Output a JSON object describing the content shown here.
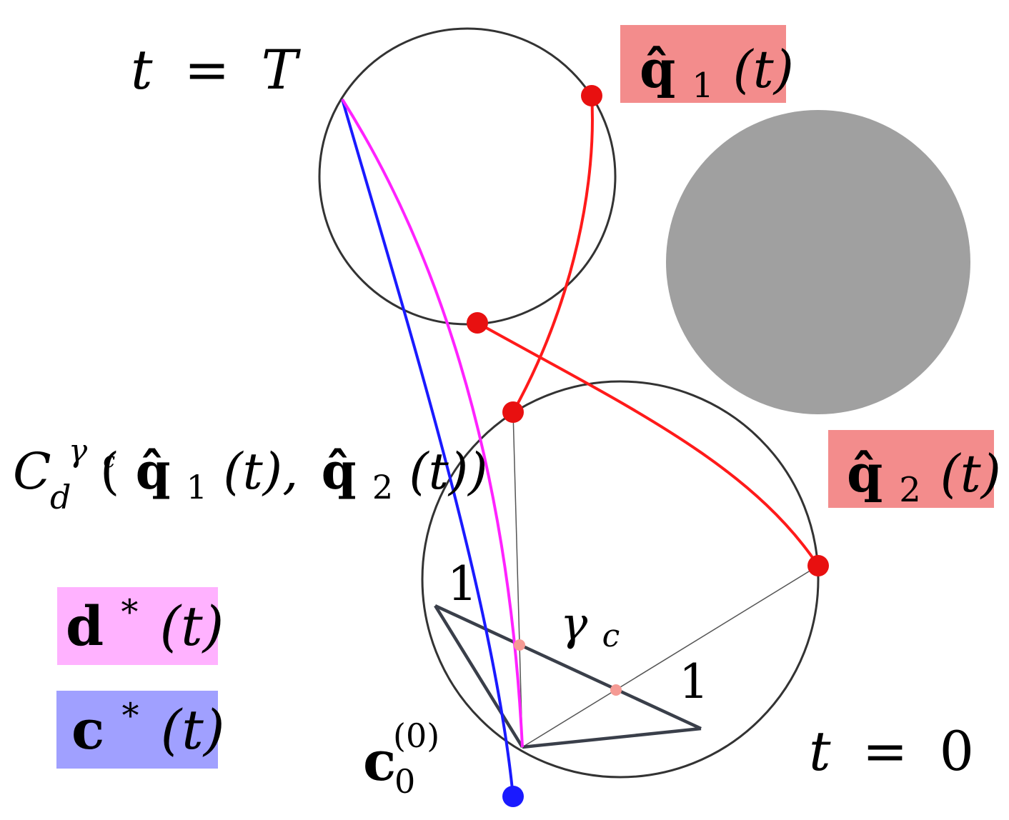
{
  "labels": {
    "t_T": {
      "t": "t",
      "eq": "=",
      "val": "T"
    },
    "t_0": {
      "t": "t",
      "eq": "=",
      "val": "0"
    },
    "q1": {
      "q": "q̂",
      "sub": "1",
      "arg": "(t)"
    },
    "q2": {
      "q": "q̂",
      "sub": "2",
      "arg": "(t)"
    },
    "cd": {
      "C": "C",
      "sup": "γ",
      "supsub": "c",
      "sub": "d",
      "open": "(",
      "q1": "q̂",
      "q1sub": "1",
      "q1arg": "(t),",
      "q2": "q̂",
      "q2sub": "2",
      "q2arg": "(t))"
    },
    "dstar": {
      "d": "d",
      "sup": "*",
      "arg": "(t)"
    },
    "cstar": {
      "c": "c",
      "sup": "*",
      "arg": "(t)"
    },
    "c0": {
      "c": "c",
      "sup": "(0)",
      "sub": "0"
    },
    "gamma": {
      "g": "γ",
      "sub": "c"
    },
    "one_left": "1",
    "one_right": "1"
  },
  "colors": {
    "circle_stroke": "#333333",
    "obstacle": "#a0a0a0",
    "red_path": "#ff1a1a",
    "red_dot": "#e81010",
    "blue_path": "#1a1aff",
    "magenta_path": "#ff22ff",
    "triangle": "#3a3f4a",
    "thin_line": "#555555",
    "pink_dot": "#f59a94",
    "q_label_bg": "#f38c8c",
    "d_label_bg": "#ffb2ff",
    "c_label_bg": "#a0a0ff"
  }
}
